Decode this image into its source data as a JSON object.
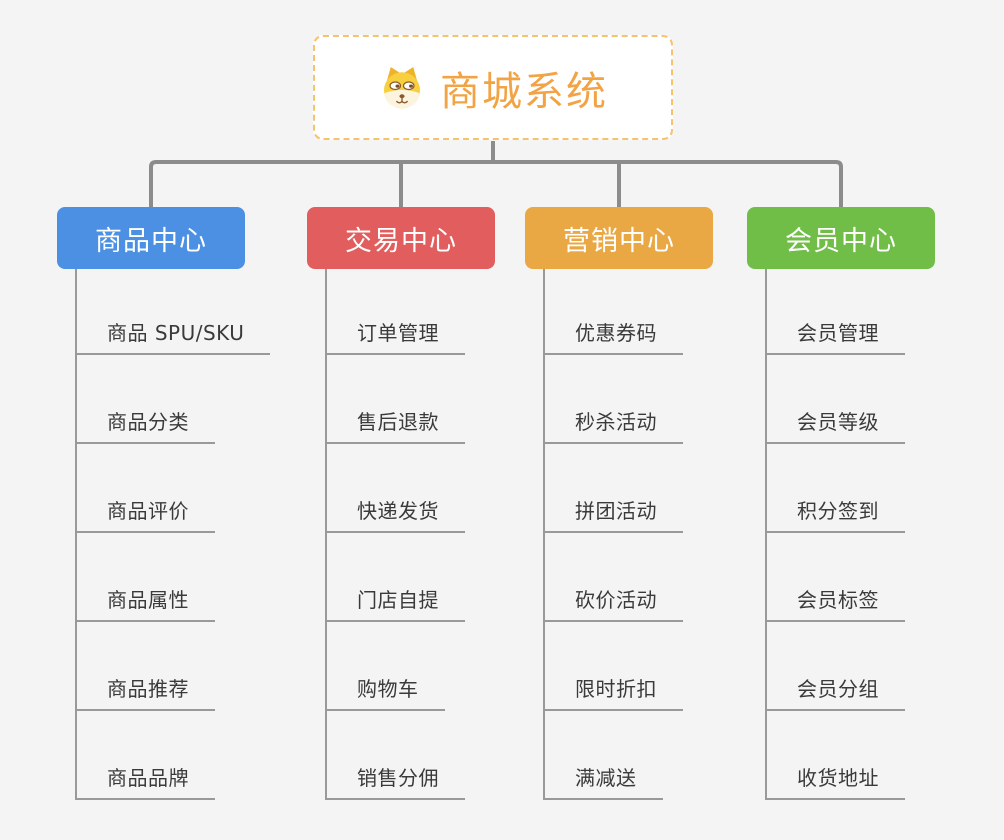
{
  "root": {
    "title": "商城系统",
    "icon": "dog-face-icon"
  },
  "branches": [
    {
      "label": "商品中心",
      "color": "#4B90E2",
      "children": [
        "商品 SPU/SKU",
        "商品分类",
        "商品评价",
        "商品属性",
        "商品推荐",
        "商品品牌"
      ]
    },
    {
      "label": "交易中心",
      "color": "#E25D5D",
      "children": [
        "订单管理",
        "售后退款",
        "快递发货",
        "门店自提",
        "购物车",
        "销售分佣"
      ]
    },
    {
      "label": "营销中心",
      "color": "#E9A844",
      "children": [
        "优惠券码",
        "秒杀活动",
        "拼团活动",
        "砍价活动",
        "限时折扣",
        "满减送"
      ]
    },
    {
      "label": "会员中心",
      "color": "#70BE47",
      "children": [
        "会员管理",
        "会员等级",
        "积分签到",
        "会员标签",
        "会员分组",
        "收货地址"
      ]
    }
  ],
  "colors": {
    "background": "#F4F4F4",
    "root_border": "#F6C26B",
    "root_title": "#F2A444",
    "connector": "#8C8C8C",
    "leaf_line": "#999999",
    "leaf_text": "#3A3A3A"
  }
}
